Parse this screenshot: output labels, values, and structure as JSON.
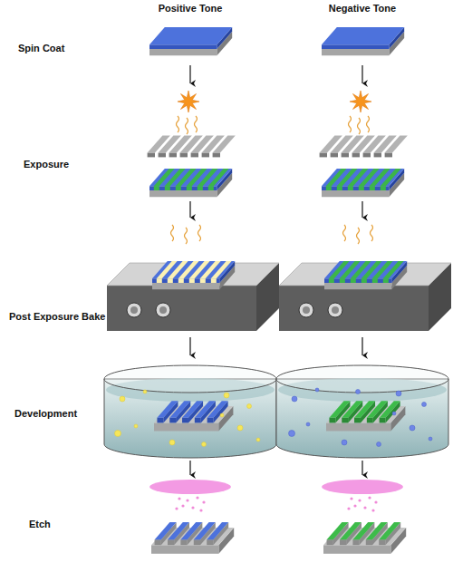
{
  "diagram": {
    "labels": [
      "Positive Tone",
      "Negative Tone",
      "Spin Coat",
      "Exposure",
      "Post Exposure Bake",
      "Development",
      "Etch"
    ]
  }
}
